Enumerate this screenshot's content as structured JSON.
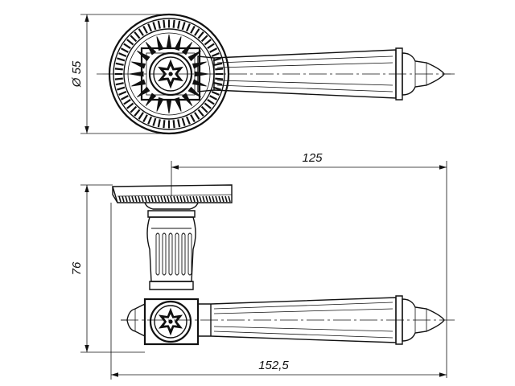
{
  "drawing": {
    "subject": "door lever handle on rosette — technical drawing",
    "dimensions": {
      "rosette_diameter": "Ø 55",
      "lever_length": "125",
      "height": "76",
      "overall_length": "152,5"
    },
    "colors": {
      "line": "#111111",
      "background": "#ffffff"
    }
  }
}
